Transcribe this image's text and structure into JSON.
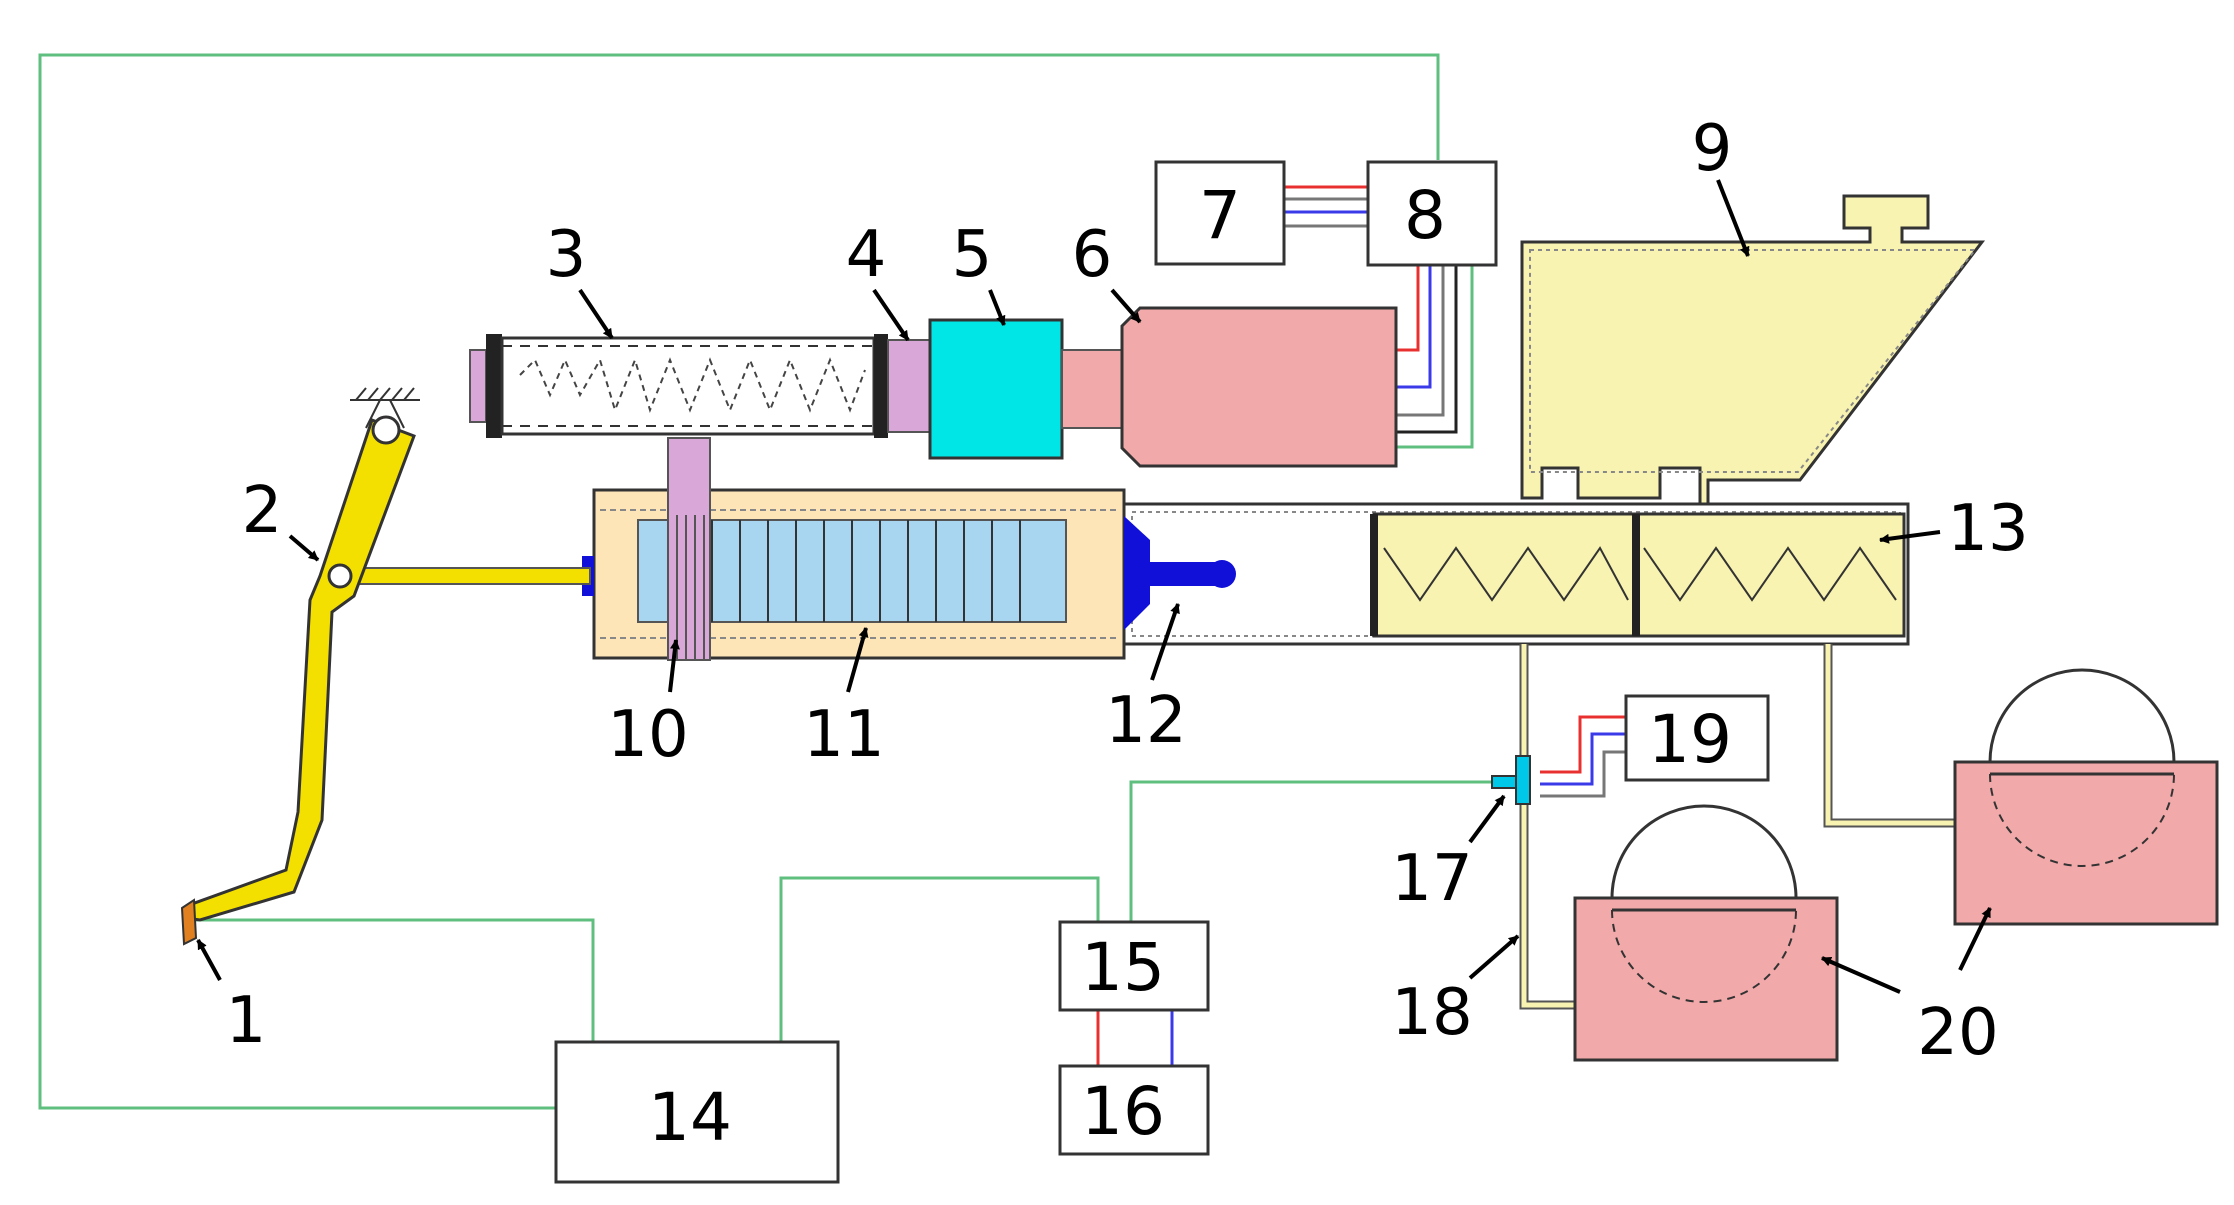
{
  "diagram": {
    "callouts": {
      "c1": "1",
      "c2": "2",
      "c3": "3",
      "c4": "4",
      "c5": "5",
      "c6": "6",
      "c9": "9",
      "c10": "10",
      "c11": "11",
      "c12": "12",
      "c13": "13",
      "c17": "17",
      "c18": "18",
      "c20": "20"
    },
    "boxes": {
      "b7": "7",
      "b8": "8",
      "b14": "14",
      "b15": "15",
      "b16": "16",
      "b19": "19"
    },
    "colors": {
      "signal_wire": "#5fbf7f",
      "power_positive": "#e83030",
      "power_negative": "#3a3ae8",
      "pedal": "#f4e000",
      "spring_cylinder": "#ffffff",
      "actuator_rod": "#d9a8d8",
      "coupling": "#00e5e5",
      "motor": "#f2a9aa",
      "reservoir": "#f8f3b0",
      "master_cylinder_body": "#fde5b8",
      "gear_rack": "#a8d6f0",
      "push_rod_tip": "#1010d8",
      "brake_caliper": "#f2a9aa"
    }
  }
}
